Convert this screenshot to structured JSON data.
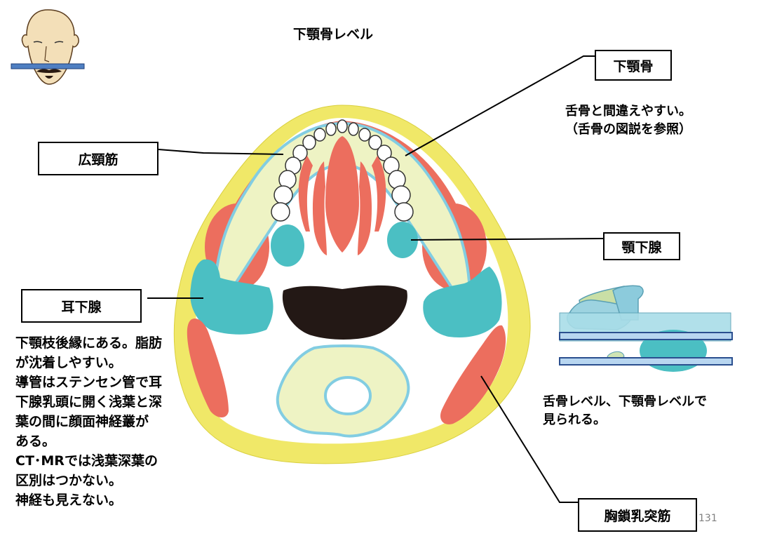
{
  "title": "下顎骨レベル",
  "labels": {
    "mandible": "下顎骨",
    "platysma": "広頸筋",
    "submandibular": "顎下腺",
    "parotid": "耳下腺",
    "sternocleido": "胸鎖乳突筋"
  },
  "notes": {
    "mandible_line1": "舌骨と間違えやすい。",
    "mandible_line2": "（舌骨の図説を参照）",
    "level_line1": "舌骨レベル、下顎骨レベルで",
    "level_line2": "見られる。",
    "parotid_lines": [
      "下顎枝後縁にある。脂肪",
      "が沈着しやすい。",
      "導管はステンセン管で耳",
      "下腺乳頭に開く浅葉と深",
      "葉の間に顔面神経叢が",
      "ある。",
      "CT･MRでは浅葉深葉の",
      "区別はつかない。",
      "神経も見えない。"
    ]
  },
  "page_number": "131",
  "colors": {
    "fat": "#f0e868",
    "muscle": "#ec6e5e",
    "gland": "#4bbfc3",
    "bone_fill": "#eef3c4",
    "bone_edge": "#82cde2",
    "airway": "#231815",
    "box_border": "#000000"
  }
}
